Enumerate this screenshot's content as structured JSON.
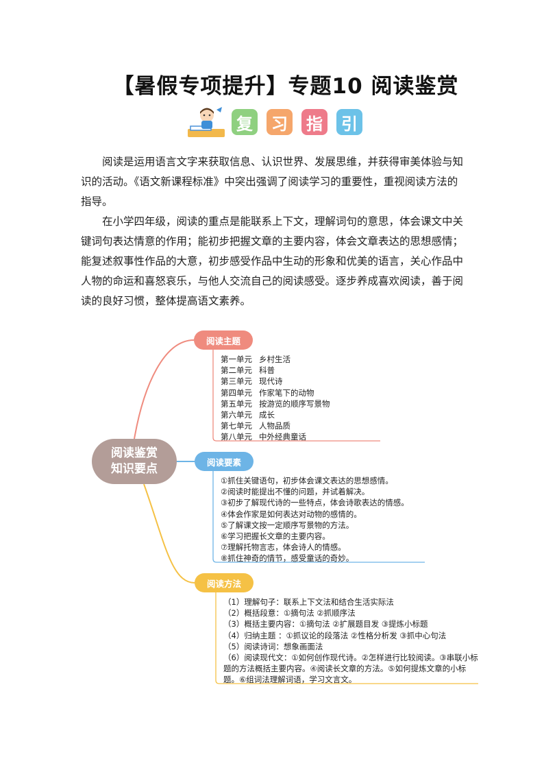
{
  "title": "【暑假专项提升】专题10  阅读鉴赏",
  "guide": {
    "tiles": [
      {
        "text": "复",
        "color": "#8fd080"
      },
      {
        "text": "习",
        "color": "#f5a66b"
      },
      {
        "text": "指",
        "color": "#ee7b8a"
      },
      {
        "text": "引",
        "color": "#6cc2e8"
      }
    ]
  },
  "paragraphs": [
    "阅读是运用语言文字来获取信息、认识世界、发展思维，并获得审美体验与知识的活动。《语文新课程标准》中突出强调了阅读学习的重要性，重视阅读方法的指导。",
    "在小学四年级，阅读的重点是能联系上下文，理解词句的意思，体会课文中关键词句表达情意的作用；能初步把握文章的主要内容，体会文章表达的思想感情；能复述叙事性作品的大意，初步感受作品中生动的形象和优美的语言，关心作品中人物的命运和喜怒哀乐，与他人交流自己的阅读感受。逐步养成喜欢阅读，善于阅读的良好习惯，整体提高语文素养。"
  ],
  "mindmap": {
    "center": {
      "line1": "阅读鉴赏",
      "line2": "知识要点"
    },
    "branches": [
      {
        "label": "阅读主题",
        "color": "#ef8b7e",
        "items": [
          {
            "unit": "第一单元",
            "topic": "乡村生活"
          },
          {
            "unit": "第二单元",
            "topic": "科普"
          },
          {
            "unit": "第三单元",
            "topic": "现代诗"
          },
          {
            "unit": "第四单元",
            "topic": "作家笔下的动物"
          },
          {
            "unit": "第五单元",
            "topic": "按游览的顺序写景物"
          },
          {
            "unit": "第六单元",
            "topic": "成长"
          },
          {
            "unit": "第七单元",
            "topic": "人物品质"
          },
          {
            "unit": "第八单元",
            "topic": "中外经典童话"
          }
        ]
      },
      {
        "label": "阅读要素",
        "color": "#6db4e6",
        "items": [
          "①抓住关键语句，初步体会课文表达的思想感情。",
          "②阅读时能提出不懂的问题，并试着解决。",
          "③初步了解现代诗的一些特点，体会诗歌表达的情感。",
          "④体会作家是如何表达对动物的感情的。",
          "⑤了解课文按一定顺序写景物的方法。",
          "⑥学习把握长文章的主要内容。",
          "⑦理解托物言志，体会诗人的情感。",
          "⑧抓住神奇的情节，感受童话的奇妙。"
        ]
      },
      {
        "label": "阅读方法",
        "color": "#f5c145",
        "items": [
          "（1）理解句子：联系上下文法和结合生活实际法",
          "（2）概括段意：①摘句法   ②抓顺序法",
          "（3）概括主要内容：①摘句法   ②扩展题目发   ③提炼小标题",
          "（4）归纳主题 ：①抓议论的段落法   ②性格分析发   ③抓中心句法",
          "（5）阅读诗词：想象画面法",
          "（6）阅读现代文：①如何创作现代诗。②怎样进行比较阅读。③串联小标题的方法概括主要内容。④阅读长文章的方法。⑤如何提炼文章的小标题。⑥组词法理解词语，学习文言文。"
        ]
      }
    ]
  }
}
